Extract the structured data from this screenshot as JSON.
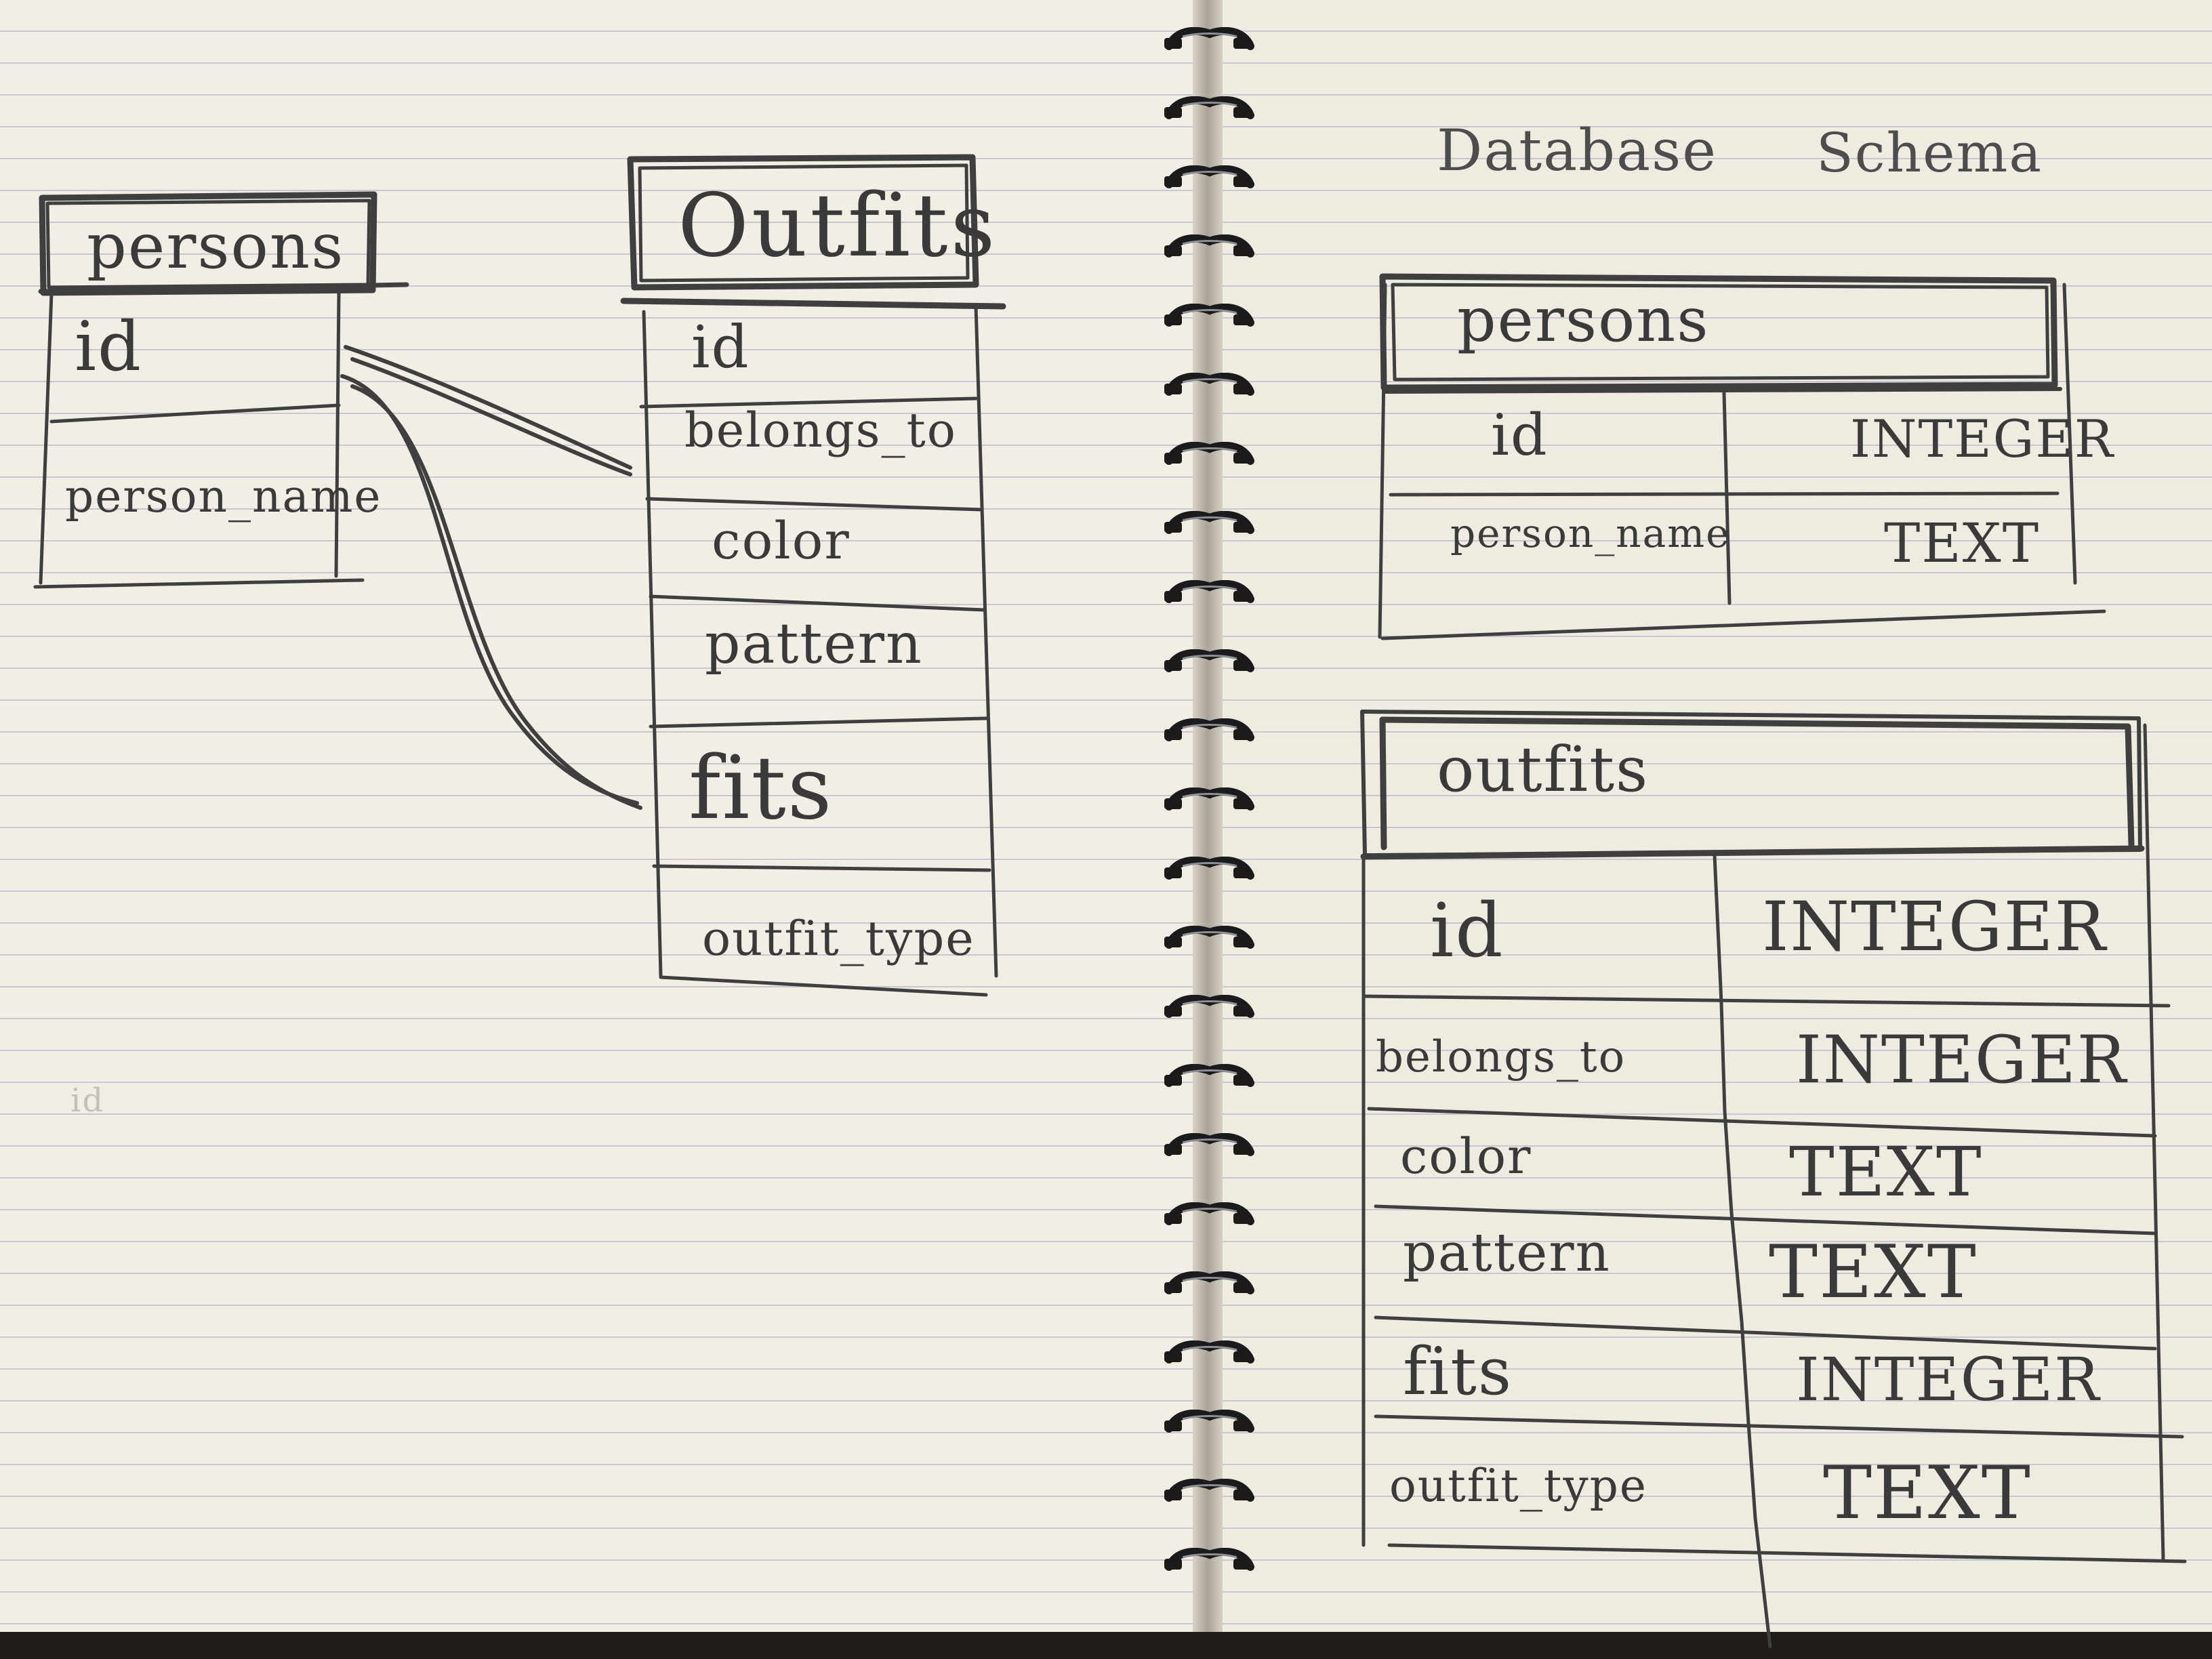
{
  "notebook": {
    "paper_color": "#f1ece2",
    "rule_color": "#c9c6cf",
    "pencil_color": "#3a3a3a"
  },
  "sketch_diagram": {
    "persons": {
      "title": "persons",
      "fields": [
        "id",
        "person_name"
      ]
    },
    "outfits": {
      "title": "Outfits",
      "fields": [
        "id",
        "belongs_to",
        "color",
        "pattern",
        "fits",
        "outfit_type"
      ]
    },
    "stray_mark": "id"
  },
  "schema": {
    "heading_left": "Database",
    "heading_right": "Schema",
    "persons": {
      "title": "persons",
      "rows": [
        {
          "name": "id",
          "type": "INTEGER"
        },
        {
          "name": "person_name",
          "type": "TEXT"
        }
      ]
    },
    "outfits": {
      "title": "outfits",
      "rows": [
        {
          "name": "id",
          "type": "INTEGER"
        },
        {
          "name": "belongs_to",
          "type": "INTEGER"
        },
        {
          "name": "color",
          "type": "TEXT"
        },
        {
          "name": "pattern",
          "type": "TEXT"
        },
        {
          "name": "fits",
          "type": "INTEGER"
        },
        {
          "name": "outfit_type",
          "type": "TEXT"
        }
      ]
    }
  }
}
